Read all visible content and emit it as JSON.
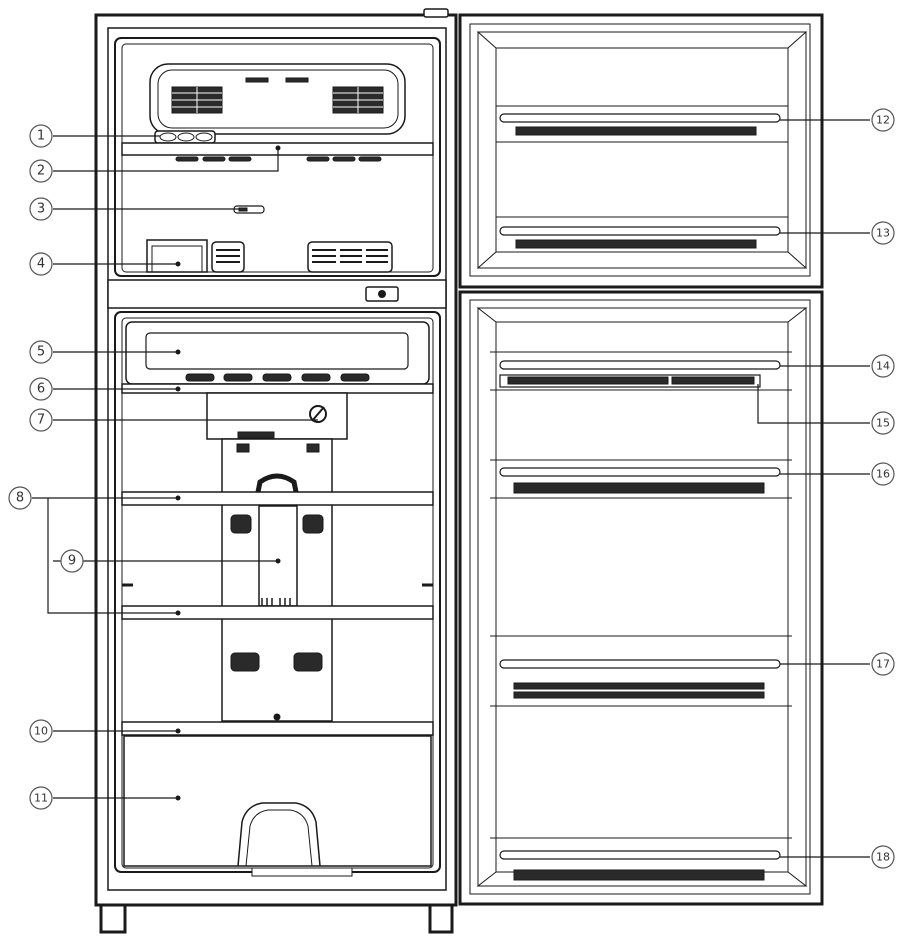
{
  "callouts": {
    "c1": "1",
    "c2": "2",
    "c3": "3",
    "c4": "4",
    "c5": "5",
    "c6": "6",
    "c7": "7",
    "c8": "8",
    "c9": "9",
    "c10": "10",
    "c11": "11",
    "c12": "12",
    "c13": "13",
    "c14": "14",
    "c15": "15",
    "c16": "16",
    "c17": "17",
    "c18": "18"
  },
  "colors": {
    "line": "#1a1a1a",
    "background": "#ffffff",
    "dark_fill": "#2a2a2a"
  }
}
